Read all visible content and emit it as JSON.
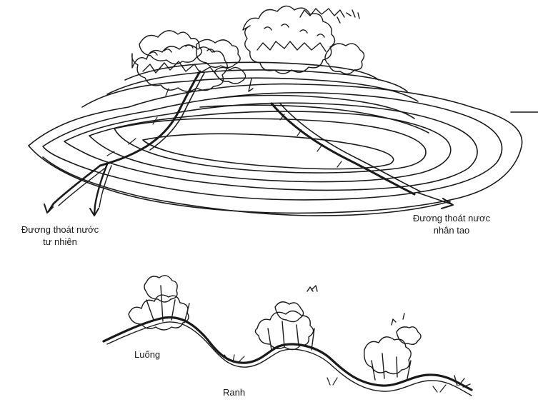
{
  "labels": {
    "natural_drain_line1": "Đương thoát nước",
    "natural_drain_line2": "tư nhiên",
    "artificial_drain_line1": "Đương thoát nươc",
    "artificial_drain_line2": "nhân tao",
    "ridge": "Luống",
    "furrow": "Ranh"
  },
  "colors": {
    "ink": "#1a1a1a",
    "background": "#ffffff"
  }
}
